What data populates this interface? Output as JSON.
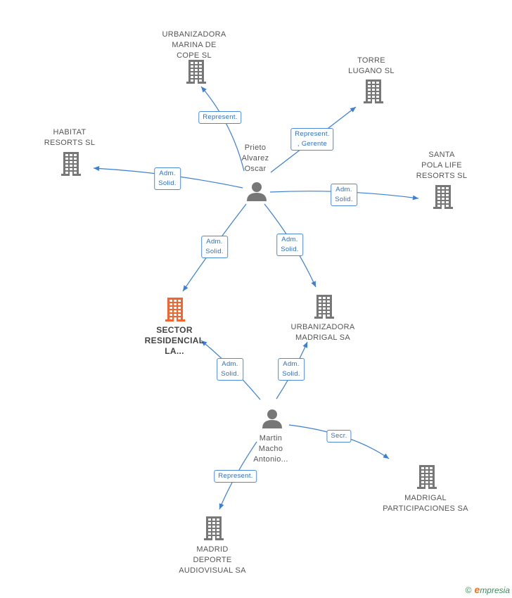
{
  "nodes": [
    {
      "id": "urbanizadora-marina",
      "type": "company",
      "label": "URBANIZADORA\nMARINA DE\nCOPE SL",
      "color": "#777777"
    },
    {
      "id": "torre-lugano",
      "type": "company",
      "label": "TORRE\nLUGANO SL",
      "color": "#777777"
    },
    {
      "id": "habitat-resorts",
      "type": "company",
      "label": "HABITAT\nRESORTS SL",
      "color": "#777777"
    },
    {
      "id": "santa-pola",
      "type": "company",
      "label": "SANTA\nPOLA LIFE\nRESORTS SL",
      "color": "#777777"
    },
    {
      "id": "prieto",
      "type": "person",
      "label": "Prieto\nAlvarez\nOscar",
      "color": "#777777"
    },
    {
      "id": "sector-residencial",
      "type": "company",
      "label": "SECTOR\nRESIDENCIAL\nLA...",
      "color": "#f26531",
      "focus": true
    },
    {
      "id": "urbanizadora-madrigal",
      "type": "company",
      "label": "URBANIZADORA\nMADRIGAL SA",
      "color": "#777777"
    },
    {
      "id": "martin",
      "type": "person",
      "label": "Martin\nMacho\nAntonio...",
      "color": "#777777"
    },
    {
      "id": "madrigal-participaciones",
      "type": "company",
      "label": "MADRIGAL\nPARTICIPACIONES SA",
      "color": "#777777"
    },
    {
      "id": "madrid-deporte",
      "type": "company",
      "label": "MADRID\nDEPORTE\nAUDIOVISUAL SA",
      "color": "#777777"
    }
  ],
  "edges": [
    {
      "from": "prieto",
      "to": "urbanizadora-marina",
      "label": "Represent."
    },
    {
      "from": "prieto",
      "to": "torre-lugano",
      "label": "Represent.\n, Gerente"
    },
    {
      "from": "prieto",
      "to": "habitat-resorts",
      "label": "Adm.\nSolid."
    },
    {
      "from": "prieto",
      "to": "santa-pola",
      "label": "Adm.\nSolid."
    },
    {
      "from": "prieto",
      "to": "sector-residencial",
      "label": "Adm.\nSolid."
    },
    {
      "from": "prieto",
      "to": "urbanizadora-madrigal",
      "label": "Adm.\nSolid."
    },
    {
      "from": "martin",
      "to": "sector-residencial",
      "label": "Adm.\nSolid."
    },
    {
      "from": "martin",
      "to": "urbanizadora-madrigal",
      "label": "Adm.\nSolid."
    },
    {
      "from": "martin",
      "to": "madrigal-participaciones",
      "label": "Secr."
    },
    {
      "from": "martin",
      "to": "madrid-deporte",
      "label": "Represent."
    }
  ],
  "colors": {
    "edge": "#3b7fd6",
    "icon": "#777777",
    "focus": "#f26531"
  },
  "footer": {
    "copyright": "©",
    "brand_initial": "e",
    "brand_rest": "mpresia"
  }
}
